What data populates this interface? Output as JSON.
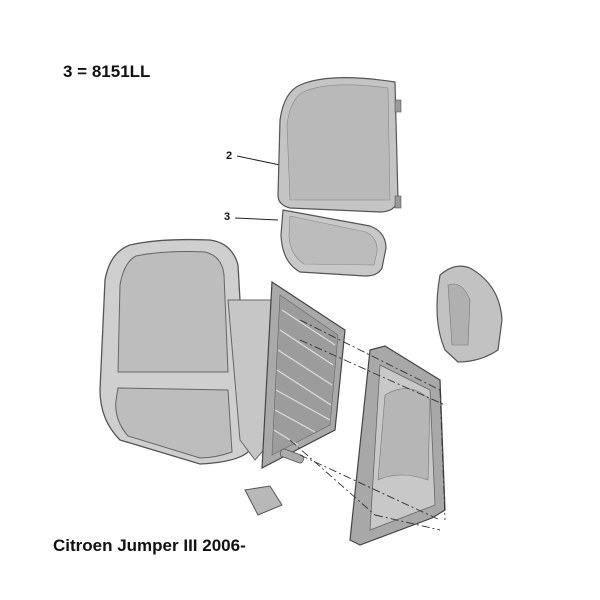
{
  "header": {
    "part_code": "3 = 8151LL"
  },
  "callouts": [
    {
      "label": "2"
    },
    {
      "label": "3"
    }
  ],
  "footer": {
    "vehicle": "Citroen Jumper III 2006-"
  },
  "colors": {
    "part_fill": "#c9c9c9",
    "part_stroke": "#555555",
    "glass_fill": "#bdbdbd"
  }
}
